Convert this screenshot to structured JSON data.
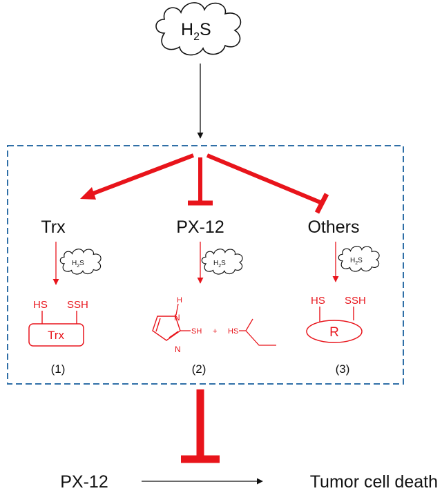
{
  "h2s_top": {
    "main": "H",
    "sub": "2",
    "tail": "S"
  },
  "h2s_small": {
    "main": "H",
    "sub": "2",
    "tail": "S"
  },
  "branches": [
    {
      "label": "Trx",
      "num": "(1)"
    },
    {
      "label": "PX-12",
      "num": "(2)"
    },
    {
      "label": "Others",
      "num": "(3)"
    }
  ],
  "trx_product": {
    "hs": "HS",
    "ssh": "SSH",
    "box": "Trx"
  },
  "px12_product": {
    "h": "H",
    "n1": "N",
    "n2": "N",
    "sh": "SH",
    "plus": "+",
    "hs": "HS"
  },
  "others_product": {
    "hs": "HS",
    "ssh": "SSH",
    "box": "R"
  },
  "bottom": {
    "left": "PX-12",
    "right": "Tumor cell death"
  },
  "colors": {
    "inhibit_red": "#e8141b",
    "dash_blue": "#2f6fa7",
    "black": "#111111"
  }
}
